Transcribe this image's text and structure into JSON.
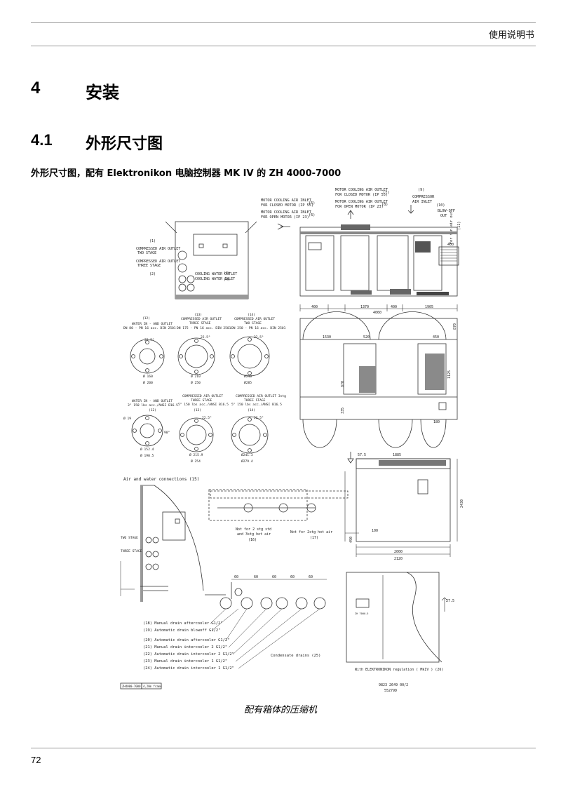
{
  "header": {
    "running_title": "使用说明书"
  },
  "chapter": {
    "number": "4",
    "title": "安装"
  },
  "section": {
    "number": "4.1",
    "title": "外形尺寸图"
  },
  "subtitle": "外形尺寸图，配有 Elektronikon 电脑控制器 MK IV 的 ZH 4000-7000",
  "drawing": {
    "top_labels": {
      "motor_inlet_closed_a": "MOTOR COOLING AIR INLET",
      "motor_inlet_closed_b": "FOR CLOSED MOTOR (IP 55)",
      "n5": "(5)",
      "motor_inlet_open_a": "MOTOR COOLING AIR INLET",
      "motor_inlet_open_b": "FOR OPEN MOTOR (IP 23)",
      "n6": "(6)",
      "motor_outlet_closed_a": "MOTOR COOLING AIR OUTLET",
      "motor_outlet_closed_b": "FOR CLOSED MOTOR (IP 55)",
      "n7": "(7)",
      "motor_outlet_open_a": "MOTOR COOLING AIR OUTLET",
      "motor_outlet_open_b": "FOR OPEN MOTOR (IP 23)",
      "n8": "(8)",
      "n9": "(9)",
      "compressor_inlet_a": "COMPRESSOR",
      "compressor_inlet_b": "AIR INLET",
      "n10": "(10)",
      "blowoff_a": "BLOW-OFF",
      "blowoff_b": "OUT",
      "fan_outlet": "For fan air out",
      "n11": "(11)"
    },
    "end_view": {
      "n1": "(1)",
      "two_stage_outlet_a": "COMPRESSED AIR OUTLET",
      "two_stage_outlet_b": "TWO STAGE",
      "three_stage_outlet_a": "COMPRESSED AIR OUTLET",
      "three_stage_outlet_b": "THREE STAGE",
      "n2": "(2)",
      "cw_outlet": "COOLING WATER OUTLET",
      "n3": "(3)",
      "cw_inlet": "COOLING WATER INLET",
      "n4": "(4)"
    },
    "front_dims": [
      "400",
      "1370",
      "400",
      "1905"
    ],
    "front_total": "4060",
    "dim_400": "400",
    "flanges_top": [
      {
        "num": "(12)",
        "l1": "WATER IN - AND OUTLET",
        "l2": "DN 80 - PN 16 acc. DIN 2501",
        "angle": "22.5°",
        "d1": "Ø 160",
        "d2": "Ø 200"
      },
      {
        "num": "(13)",
        "l1": "COMPRESSED AIR OUTLET",
        "l2": "THREE STAGE",
        "l3": "DN 175 - PN 16 acc. DIN 2501",
        "angle": "22.5°",
        "d1": "Ø 210",
        "d2": "Ø 250"
      },
      {
        "num": "(14)",
        "l1": "COMPRESSED AIR OUTLET",
        "l2": "TWO STAGE",
        "l3": "DN 250 - PN 16 acc. DIN 2501",
        "angle": "22.5°",
        "d1": "Ø240",
        "d2": "Ø285"
      }
    ],
    "flanges_bottom": [
      {
        "num": "(12)",
        "l1": "WATER IN - AND OUTLET",
        "l2": "3\" 150 lbs acc./ANSI B16.5",
        "angle": "90°",
        "d1": "Ø 152.4",
        "d2": "Ø 190.5",
        "d0": "Ø 19"
      },
      {
        "num": "(13)",
        "l1": "COMPRESSED AIR OUTLET",
        "l2": "THREE STAGE",
        "l3": "5\" 150 lbs acc./ANSI B16.5",
        "angle": "22.5°",
        "d1": "Ø 215.9",
        "d2": "Ø 254"
      },
      {
        "num": "(14)",
        "l1": "COMPRESSED AIR OUTLET 3stg",
        "l2": "THREE STAGE",
        "l3": "5\" 150 lbs acc./ANSI B16.5",
        "angle": "22.5°",
        "d1": "Ø241.3",
        "d2": "Ø279.4"
      }
    ],
    "plan_dims": [
      "1530",
      "520",
      "450",
      "870",
      "870",
      "335",
      "1125",
      "180"
    ],
    "air_water_title": "Air and water connections (15)",
    "two_stage": "TWO STAGE",
    "three_stage": "THREE STAGE",
    "note_16_a": "Not for 2 stg std",
    "note_16_b": "and 3stg hot air",
    "n16": "(16)",
    "note_17": "Not for 2stg hot air",
    "n17": "(17)",
    "spacing": [
      "60",
      "60",
      "60",
      "60",
      "60"
    ],
    "side_dims": {
      "top": "1885",
      "top2": "57.5",
      "bottom1": "2000",
      "bottom2": "2120",
      "height": "2430",
      "d100": "100",
      "d490": "490"
    },
    "drains": [
      "(18) Manual drain aftercooler G1/2\"",
      "(19) Automatic drain blowoff G1/2\"",
      "(20) Automatic drain aftercooler G1/2\"",
      "(21) Manual drain intercooler 2 G1/2\"",
      "(22) Automatic drain intercooler 2 G1/2\"",
      "(23) Manual drain intercooler 1 G1/2\"",
      "(24) Automatic drain intercooler 1 G1/2\""
    ],
    "condensate": "Condensate drains (25)",
    "elektronikon": "With ELEKTRONIKON regulation ( MkIV ) (26)",
    "small_dim": "27.5",
    "doc_ref_a": "9823 2649 00/2",
    "doc_ref_b": "55279D",
    "stamp_a": "ZH4000-7000",
    "stamp_b": "4,20m frame",
    "panel_label": "ZH 7000-5"
  },
  "caption": "配有箱体的压缩机",
  "page_number": "72"
}
